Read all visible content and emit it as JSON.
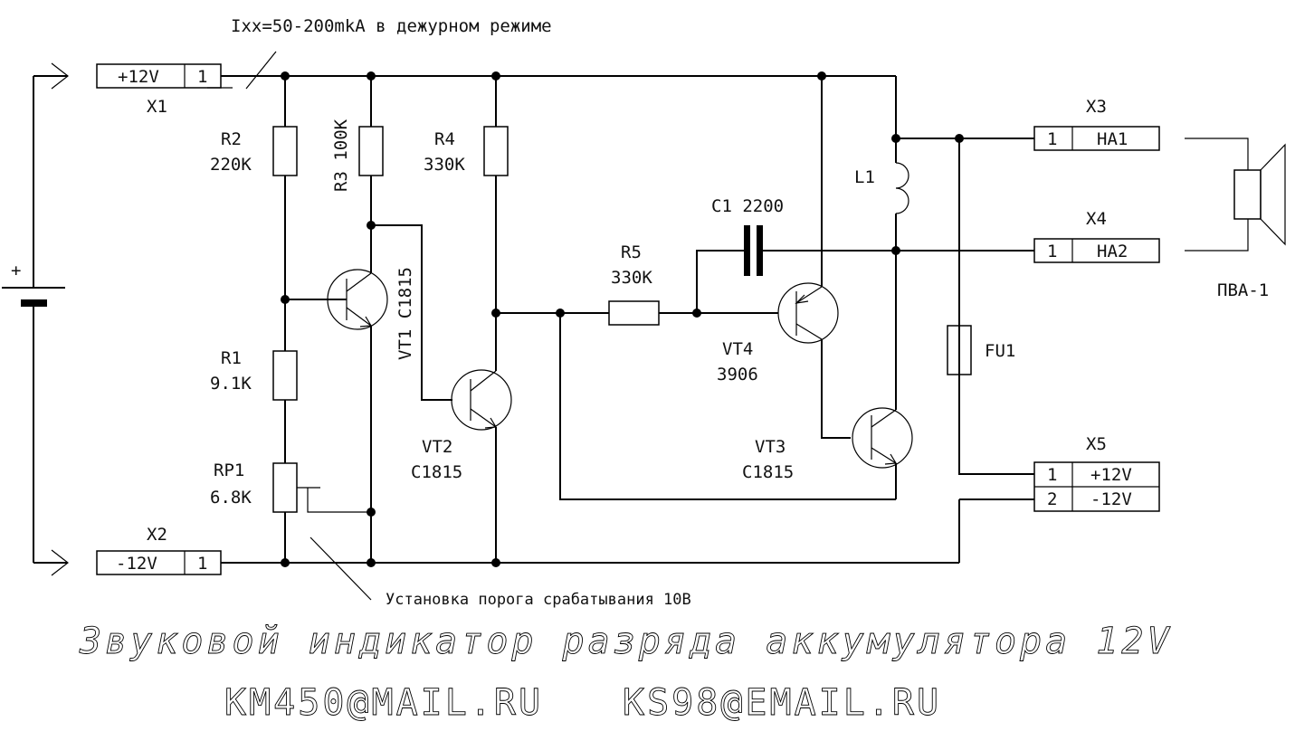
{
  "header_note": "Ixx=50-200mkA  в дежурном режиме",
  "battery": {
    "plus_sign": "+"
  },
  "connectors": {
    "x1": {
      "name": "X1",
      "label": "+12V",
      "pin": "1"
    },
    "x2": {
      "name": "X2",
      "label": "-12V",
      "pin": "1"
    },
    "x3": {
      "name": "X3",
      "pin": "1",
      "label": "HA1"
    },
    "x4": {
      "name": "X4",
      "pin": "1",
      "label": "HA2"
    },
    "x5": {
      "name": "X5",
      "rows": [
        {
          "pin": "1",
          "label": "+12V"
        },
        {
          "pin": "2",
          "label": "-12V"
        }
      ]
    }
  },
  "components": {
    "r1": {
      "ref": "R1",
      "value": "9.1K"
    },
    "r2": {
      "ref": "R2",
      "value": "220K"
    },
    "r3": {
      "ref": "R3",
      "value": "100K"
    },
    "r4": {
      "ref": "R4",
      "value": "330K"
    },
    "r5": {
      "ref": "R5",
      "value": "330K"
    },
    "rp1": {
      "ref": "RP1",
      "value": "6.8K"
    },
    "c1": {
      "ref": "C1",
      "value": "2200"
    },
    "l1": {
      "ref": "L1"
    },
    "fu1": {
      "ref": "FU1"
    },
    "vt1": {
      "ref": "VT1",
      "part": "C1815"
    },
    "vt2": {
      "ref": "VT2",
      "part": "C1815"
    },
    "vt3": {
      "ref": "VT3",
      "part": "C1815"
    },
    "vt4": {
      "ref": "VT4",
      "part": "3906"
    },
    "speaker": {
      "ref": "ПВА-1"
    }
  },
  "threshold_note": "Установка порога срабатывания 10В",
  "title": "Звуковой индикатор разряда аккумулятора 12V",
  "contacts": {
    "email1": "KM450@MAIL.RU",
    "email2": "KS98@EMAIL.RU"
  }
}
